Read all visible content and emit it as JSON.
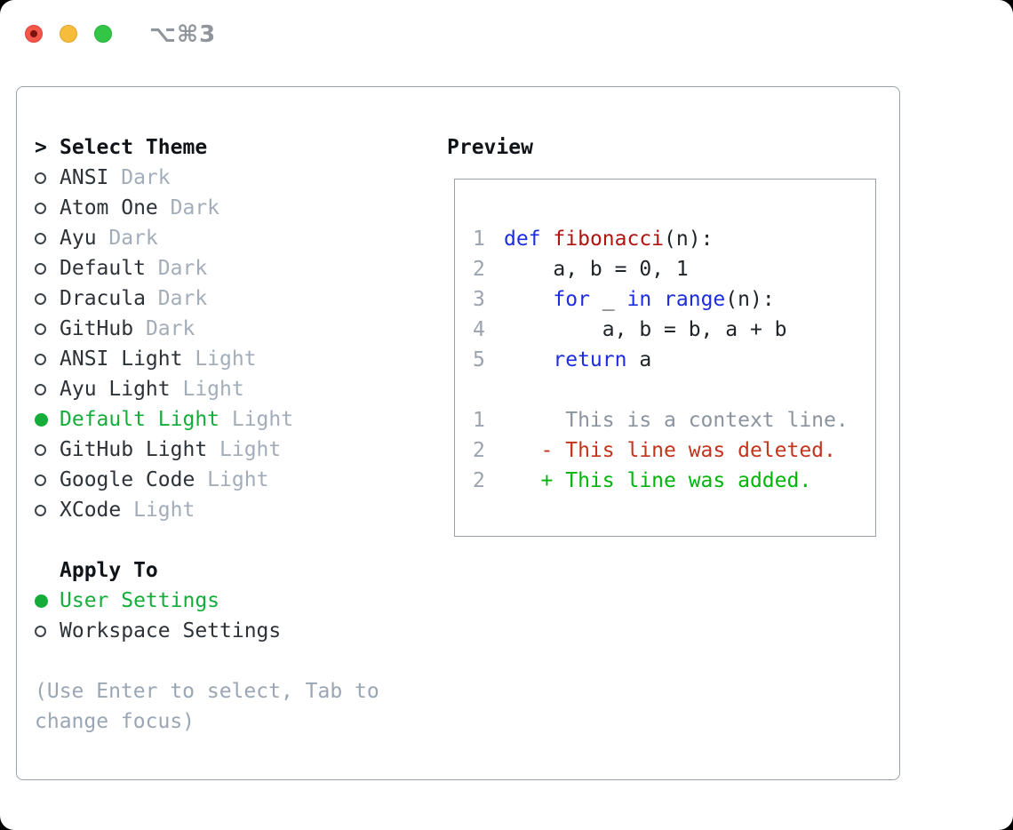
{
  "window": {
    "title": "⌥⌘3"
  },
  "theme_panel": {
    "prompt": ">",
    "header": "Select Theme",
    "items": [
      {
        "id": "ansi-dark",
        "name": "ANSI",
        "variant": "Dark",
        "selected": false
      },
      {
        "id": "atom-one-dark",
        "name": "Atom One",
        "variant": "Dark",
        "selected": false
      },
      {
        "id": "ayu-dark",
        "name": "Ayu",
        "variant": "Dark",
        "selected": false
      },
      {
        "id": "default-dark",
        "name": "Default",
        "variant": "Dark",
        "selected": false
      },
      {
        "id": "dracula-dark",
        "name": "Dracula",
        "variant": "Dark",
        "selected": false
      },
      {
        "id": "github-dark",
        "name": "GitHub",
        "variant": "Dark",
        "selected": false
      },
      {
        "id": "ansi-light",
        "name": "ANSI Light",
        "variant": "Light",
        "selected": false
      },
      {
        "id": "ayu-light",
        "name": "Ayu Light",
        "variant": "Light",
        "selected": false
      },
      {
        "id": "default-light",
        "name": "Default Light",
        "variant": "Light",
        "selected": true
      },
      {
        "id": "github-light",
        "name": "GitHub Light",
        "variant": "Light",
        "selected": false
      },
      {
        "id": "google-code",
        "name": "Google Code",
        "variant": "Light",
        "selected": false
      },
      {
        "id": "xcode-light",
        "name": "XCode",
        "variant": "Light",
        "selected": false
      }
    ],
    "apply_to": {
      "header": "Apply To",
      "options": [
        {
          "id": "user-settings",
          "label": "User Settings",
          "selected": true
        },
        {
          "id": "workspace-settings",
          "label": "Workspace Settings",
          "selected": false
        }
      ]
    },
    "hint_lines": [
      "(Use Enter to select, Tab to",
      "change focus)"
    ]
  },
  "preview": {
    "header": "Preview",
    "lines": [
      {
        "num": "1",
        "tokens": [
          {
            "c": "kw",
            "t": "def"
          },
          {
            "c": "plain",
            "t": " "
          },
          {
            "c": "fn",
            "t": "fibonacci"
          },
          {
            "c": "plain",
            "t": "(n):"
          }
        ]
      },
      {
        "num": "2",
        "tokens": [
          {
            "c": "plain",
            "t": "    a, b = 0, 1"
          }
        ]
      },
      {
        "num": "3",
        "tokens": [
          {
            "c": "plain",
            "t": "    "
          },
          {
            "c": "kw",
            "t": "for"
          },
          {
            "c": "plain",
            "t": " _ "
          },
          {
            "c": "kw",
            "t": "in"
          },
          {
            "c": "plain",
            "t": " "
          },
          {
            "c": "kw",
            "t": "range"
          },
          {
            "c": "plain",
            "t": "(n):"
          }
        ]
      },
      {
        "num": "4",
        "tokens": [
          {
            "c": "plain",
            "t": "        a, b = b, a + b"
          }
        ]
      },
      {
        "num": "5",
        "tokens": [
          {
            "c": "plain",
            "t": "    "
          },
          {
            "c": "kw",
            "t": "return"
          },
          {
            "c": "plain",
            "t": " a"
          }
        ]
      },
      {
        "num": "",
        "tokens": []
      },
      {
        "num": "1",
        "tokens": [
          {
            "c": "ctx",
            "t": "     This is a context line."
          }
        ]
      },
      {
        "num": "2",
        "tokens": [
          {
            "c": "del",
            "t": "   - This line was deleted."
          }
        ]
      },
      {
        "num": "2",
        "tokens": [
          {
            "c": "add",
            "t": "   + This line was added."
          }
        ]
      }
    ]
  },
  "colors": {
    "selection_green": "#14ad3a",
    "keyword_blue": "#1c2de0",
    "function_red": "#b01410",
    "deleted_red": "#c2341c",
    "added_green": "#00b40a",
    "muted_gray": "#a3adb9",
    "border_gray": "#9aa1ac"
  }
}
